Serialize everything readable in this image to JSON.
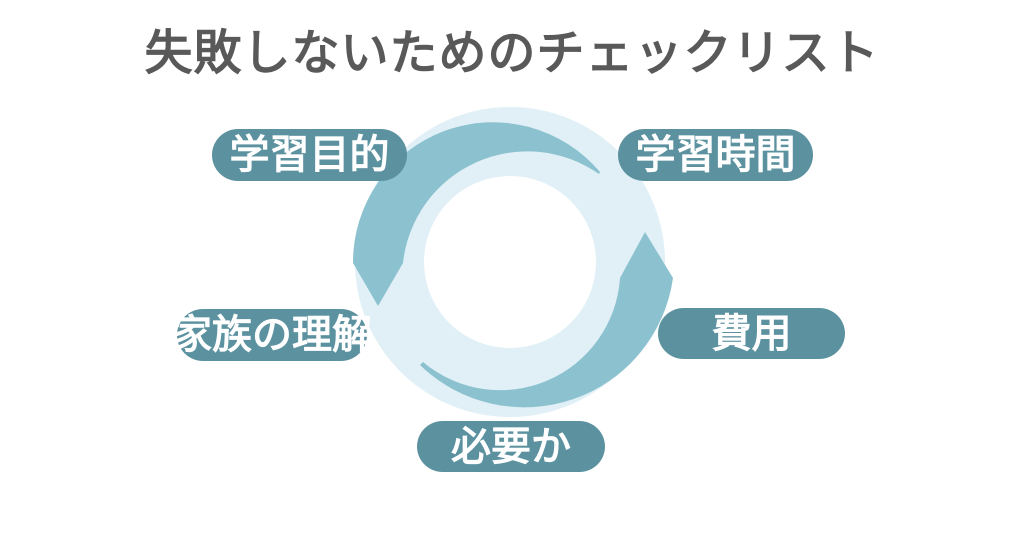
{
  "title": "失敗しないためのチェックリスト",
  "diagram": {
    "type": "cycle",
    "cycle_direction": "counterclockwise",
    "items": [
      {
        "label": "学習目的",
        "position": "top-left"
      },
      {
        "label": "学習時間",
        "position": "top-right"
      },
      {
        "label": "費用",
        "position": "right"
      },
      {
        "label": "必要か",
        "position": "bottom"
      },
      {
        "label": "家族の理解",
        "position": "left"
      }
    ]
  },
  "colors": {
    "bg": "#ffffff",
    "title": "#595959",
    "pill-bg": "#5c92a0",
    "pill-text": "#ffffff",
    "ring": "#e0f0f6",
    "arrow": "#8cc2cf"
  }
}
